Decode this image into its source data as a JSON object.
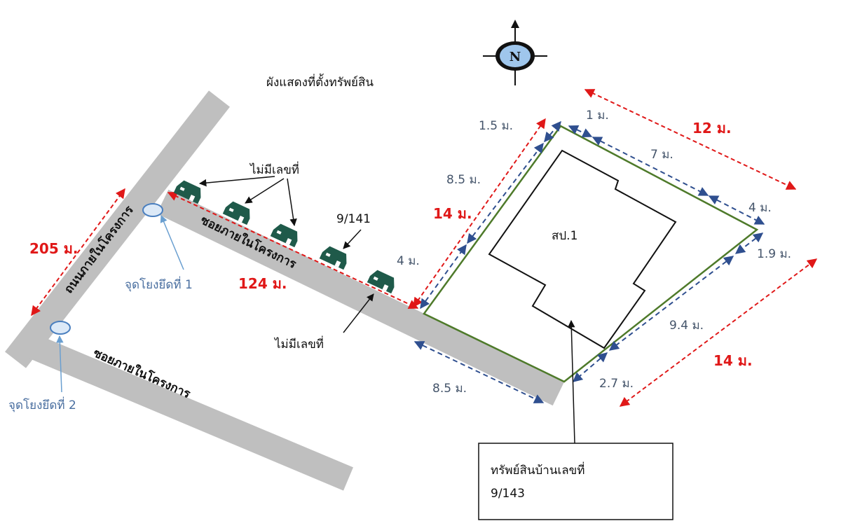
{
  "title": "ผังแสดงที่ตั้งทรัพย์สิน",
  "compass": {
    "label": "N"
  },
  "roads": {
    "main": "ถนนภายในโครงการ",
    "soi_upper": "ซอยภายในโครงการ",
    "soi_lower": "ซอยภายในโครงการ"
  },
  "anchors": {
    "point1": "จุดโยงยึดที่ 1",
    "point2": "จุดโยงยึดที่ 2"
  },
  "house_labels": {
    "no_number_top": "ไม่มีเลขที่",
    "no_number_bottom": "ไม่มีเลขที่",
    "house_9_141": "9/141"
  },
  "building_label": "สป.1",
  "distances": {
    "main_road": "205 ม.",
    "soi_length": "124 ม.",
    "left_total": "14 ม.",
    "top_total": "12 ม.",
    "right_total": "14 ม.",
    "left_a": "1.5 ม.",
    "left_b": "8.5 ม.",
    "left_c": "4 ม.",
    "top_a": "1 ม.",
    "top_b": "7 ม.",
    "top_c": "4 ม.",
    "right_a": "1.9 ม.",
    "right_b": "9.4 ม.",
    "right_c": "2.7 ม.",
    "bottom": "8.5 ม."
  },
  "info_box": {
    "line1": "ทรัพย์สินบ้านเลขที่",
    "line2": "9/143"
  },
  "colors": {
    "road": "#bfbfbf",
    "boundary": "#4e7a2a",
    "red": "#e01818",
    "blue": "#2f4f8f",
    "house": "#1f5a4a"
  }
}
